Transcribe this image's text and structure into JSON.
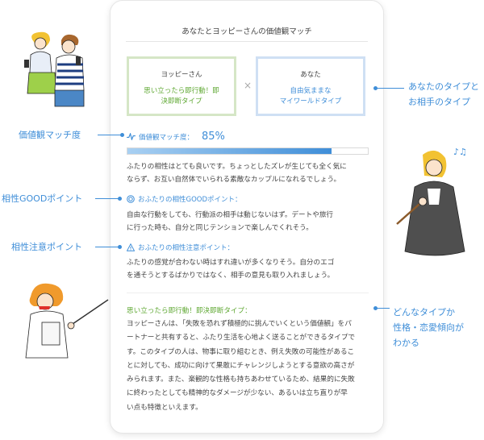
{
  "card": {
    "title": "あなたとヨッピーさんの価値観マッチ",
    "partner": {
      "who": "ヨッピーさん",
      "type_line1": "思い立ったら即行動！即",
      "type_line2": "決即断タイプ"
    },
    "self": {
      "who": "あなた",
      "type_line1": "自由気ままな",
      "type_line2": "マイワールドタイプ"
    },
    "vs": "×",
    "match": {
      "label": "価値観マッチ度：",
      "percent_text": "85%",
      "percent": 85
    },
    "summary": [
      "ふたりの相性はとても良いです。ちょっとしたズレが生じても全く気に",
      "ならず、お互い自然体でいられる素敵なカップルになれるでしょう。"
    ],
    "good": {
      "heading": "おふたりの相性GOODポイント：",
      "lines": [
        "自由な行動をしても、行動派の相手は動じないはず。デートや旅行",
        "に行った時も、自分と同じテンションで楽しんでくれそう。"
      ]
    },
    "caution": {
      "heading": "おふたりの相性注意ポイント：",
      "lines": [
        "ふたりの感覚が合わない時はすれ違いが多くなりそう。自分のエゴ",
        "を通そうとするばかりではなく、相手の意見も取り入れましょう。"
      ]
    },
    "type_desc": {
      "heading": "思い立ったら即行動！即決即断タイプ：",
      "lines": [
        "ヨッピーさんは、「失敗を恐れず積極的に挑んでいくという価値観」をパ",
        "ートナーと共有すると、ふたり生活を心地よく送ることができるタイプで",
        "す。このタイプの人は、物事に取り組むとき、例え失敗の可能性があるこ",
        "とに対しても、成功に向けて果敢にチャレンジしようとする意欲の高さが",
        "みられます。また、楽観的な性格も持ちあわせているため、結果的に失敗",
        "に終わったとしても精神的なダメージが少ない、あるいは立ち直りが早",
        "い点も特徴といえます。"
      ]
    }
  },
  "annotations": {
    "types": [
      "あなたのタイプと",
      "お相手のタイプ"
    ],
    "match": "価値観マッチ度",
    "good": "相性GOODポイント",
    "caution": "相性注意ポイント",
    "desc": [
      "どんなタイプか",
      "性格・恋愛傾向が",
      "わかる"
    ]
  },
  "icons": [
    "pulse-icon",
    "double-circle-icon",
    "warning-triangle-icon"
  ],
  "colors": {
    "accent_blue": "#3f8ed8",
    "accent_green": "#5fa833",
    "partner_border": "#d5e6c6",
    "self_border": "#cfe0f4"
  }
}
